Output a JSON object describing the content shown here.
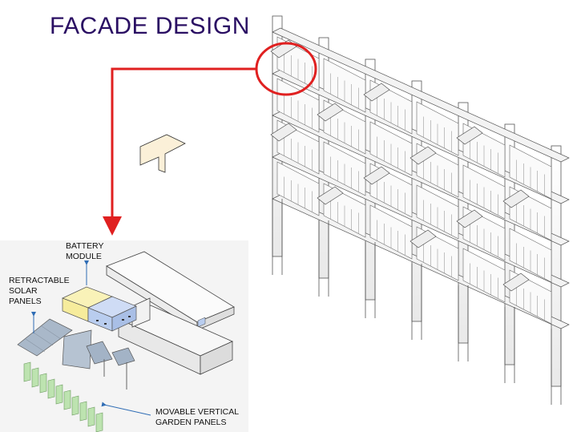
{
  "title": "FACADE DESIGN",
  "labels": {
    "battery": [
      "BATTERY",
      "MODULE"
    ],
    "solar": [
      "RETRACTABLE",
      "SOLAR",
      "PANELS"
    ],
    "garden": [
      "MOVABLE VERTICAL",
      "GARDEN PANELS"
    ]
  },
  "colors": {
    "title": "#2a0f63",
    "callout": "#e02020",
    "battery_yellow": "#f6ec9c",
    "battery_blue": "#b9cdef",
    "solar_panel": "#9fb0c4",
    "garden_panel": "#bde3b0",
    "floating_module": "#fbf0d8",
    "leader_line": "#2f6db5"
  }
}
